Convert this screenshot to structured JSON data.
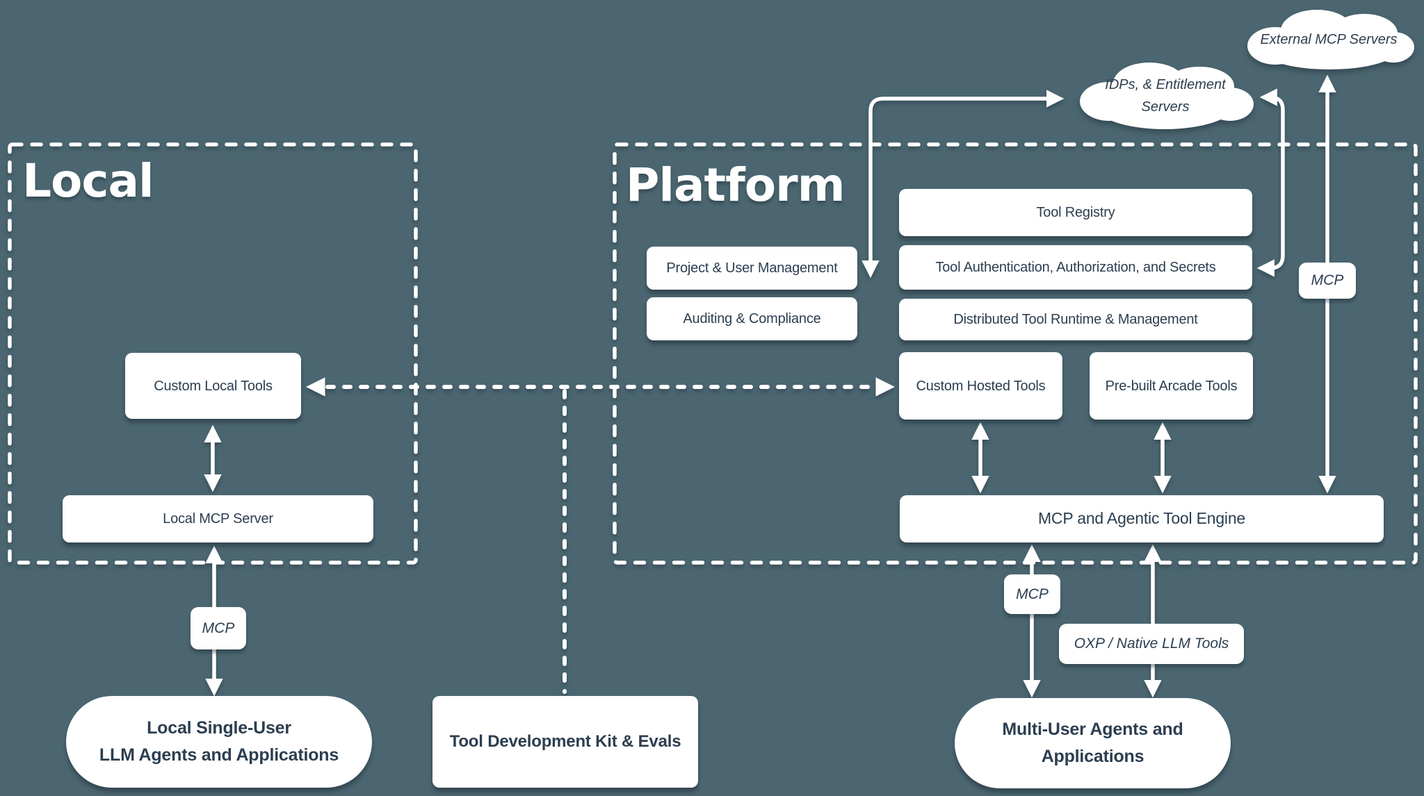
{
  "colors": {
    "background": "#4b6670",
    "ink": "#2c3e50",
    "line_and_boxes": "#ffffff"
  },
  "local_container": {
    "title": "Local"
  },
  "platform_container": {
    "title": "Platform"
  },
  "clouds": {
    "external_mcp": {
      "label": "External MCP Servers"
    },
    "idps": {
      "line1": "IDPs, & Entitlement",
      "line2": "Servers"
    }
  },
  "local": {
    "custom_local_tools": "Custom Local Tools",
    "local_mcp_server": "Local MCP Server"
  },
  "platform": {
    "tool_registry": "Tool Registry",
    "project_user_management": "Project & User Management",
    "tool_authentication": "Tool Authentication, Authorization, and Secrets",
    "auditing_compliance": "Auditing & Compliance",
    "distributed_runtime": "Distributed Tool Runtime & Management",
    "custom_hosted_tools": "Custom Hosted Tools",
    "prebuilt_arcade_tools": "Pre-built Arcade Tools",
    "engine": "MCP and Agentic Tool Engine"
  },
  "bottom": {
    "local_agents_line1": "Local Single-User",
    "local_agents_line2": "LLM Agents and Applications",
    "tool_dev_kit": "Tool Development Kit & Evals",
    "multi_user_line1": "Multi-User Agents and",
    "multi_user_line2": "Applications"
  },
  "edge_labels": {
    "mcp_local": "MCP",
    "mcp_engine": "MCP",
    "mcp_external": "MCP",
    "oxp": "OXP / Native LLM Tools"
  }
}
